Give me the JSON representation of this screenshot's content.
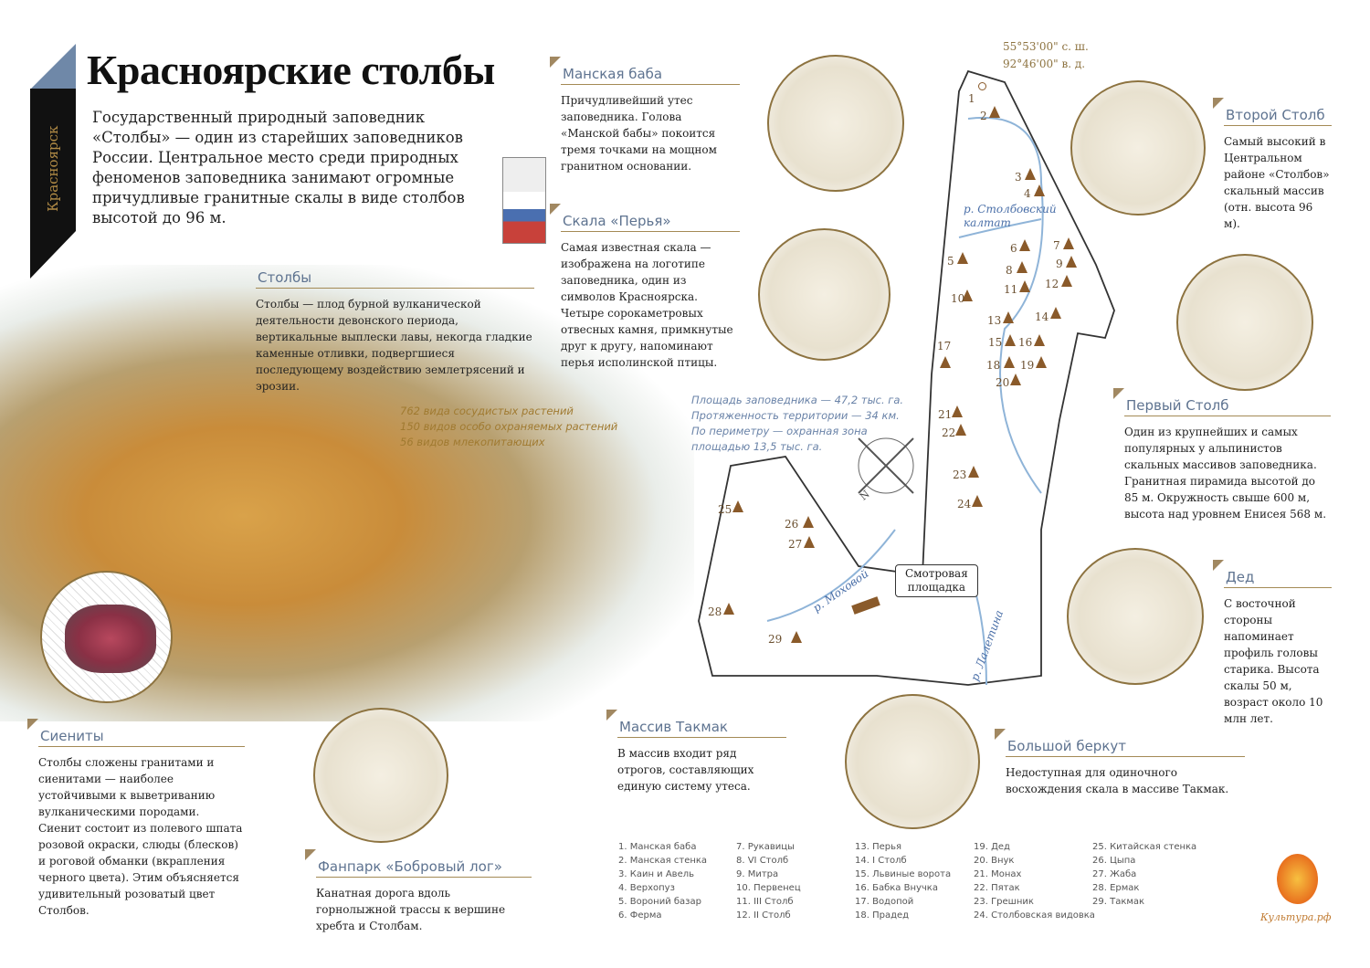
{
  "city": "Красноярск",
  "title": "Красноярские столбы",
  "lead": "Государственный природный заповедник «Столбы» — один из старейших заповедников России. Центральное место среди природных феноменов заповедника занимают огромные причудливые гранитные скалы в виде столбов высотой до 96 м.",
  "coords": [
    "55°53'00\" с. ш.",
    "92°46'00\" в. д."
  ],
  "sections": {
    "stolby": {
      "title": "Столбы",
      "text": "Столбы — плод бурной вулканической деятельности девонского периода, вертикальные выплески лавы, некогда гладкие каменные отливки, подвергшиеся последующему воздействию землетрясений и эрозии."
    },
    "manskaya": {
      "title": "Манская баба",
      "text": "Причудливейший утес заповедника. Голова «Манской бабы» покоится тремя точками на мощном гранитном основании."
    },
    "perya": {
      "title": "Скала «Перья»",
      "text": "Самая известная скала — изображена на логотипе заповедника, один из символов Красноярска. Четыре сорокаметровых отвесных камня, примкнутые друг к другу, напоминают перья исполинской птицы."
    },
    "vtoroy": {
      "title": "Второй Столб",
      "text": "Самый высокий в Центральном районе «Столбов» скальный массив (отн. высота 96 м)."
    },
    "perviy": {
      "title": "Первый Столб",
      "text": "Один из крупнейших и самых популярных у альпинистов скальных массивов заповедника. Гранитная пирамида высотой до 85 м. Окружность свыше 600 м, высота над уровнем Енисея 568 м."
    },
    "ded": {
      "title": "Дед",
      "text": "С восточной стороны напоминает профиль головы старика. Высота скалы 50 м, возраст около 10 млн лет."
    },
    "berkut": {
      "title": "Большой беркут",
      "text": "Недоступная для одиночного восхождения скала в массиве Такмак."
    },
    "takmak": {
      "title": "Массив Такмак",
      "text": "В массив входит ряд отрогов, составляющих единую систему утеса."
    },
    "fanpark": {
      "title": "Фанпарк «Бобровый лог»",
      "text": "Канатная дорога вдоль горнолыжной трассы к вершине хребта и Столбам."
    },
    "sienity": {
      "title": "Сиениты",
      "text": "Столбы сложены гранитами и сиенитами — наиболее устойчивыми к выветриванию вулканическими породами. Сиенит состоит из полевого шпата розовой окраски, слюды (блесков) и роговой обманки (вкрапления черного цвета). Этим объясняется удивительный розоватый цвет Столбов."
    }
  },
  "flora": [
    "762 вида сосудистых растений",
    "150 видов особо охраняемых растений",
    "56 видов млекопитающих"
  ],
  "area": [
    "Площадь заповедника — 47,2 тыс. га.",
    "Протяженность территории — 34 км.",
    "По периметру — охранная зона",
    "площадью 13,5 тыс. га."
  ],
  "viewpoint": [
    "Смотровая",
    "площадка"
  ],
  "rivers": {
    "stolb": [
      "р. Столбовский",
      "калтат"
    ],
    "mokh": "р. Моховой",
    "lal": "р. Лалетина"
  },
  "compass": "N",
  "markers": [
    "1",
    "2",
    "3",
    "4",
    "5",
    "6",
    "7",
    "8",
    "9",
    "10",
    "11",
    "12",
    "13",
    "14",
    "15",
    "16",
    "17",
    "18",
    "19",
    "20",
    "21",
    "22",
    "23",
    "24",
    "25",
    "26",
    "27",
    "28",
    "29"
  ],
  "legend": [
    [
      "1. Манская баба",
      "2. Манская стенка",
      "3. Каин и Авель",
      "4. Верхопуз",
      "5. Вороний базар",
      "6. Ферма"
    ],
    [
      "7. Рукавицы",
      "8. VI Столб",
      "9. Митра",
      "10. Первенец",
      "11. III Столб",
      "12. II Столб"
    ],
    [
      "13. Перья",
      "14. I Столб",
      "15. Львиные ворота",
      "16. Бабка Внучка",
      "17. Водопой",
      "18. Прадед"
    ],
    [
      "19. Дед",
      "20. Внук",
      "21. Монах",
      "22. Пятак",
      "23. Грешник",
      "24. Столбовская видовка"
    ],
    [
      "25. Китайская стенка",
      "26. Цыпа",
      "27. Жаба",
      "28. Ермак",
      "29. Такмак"
    ]
  ],
  "logo": "Культура.рф",
  "colors": {
    "gold": "#8d7340",
    "heading": "#5e7390",
    "river": "#4a6fa8"
  }
}
